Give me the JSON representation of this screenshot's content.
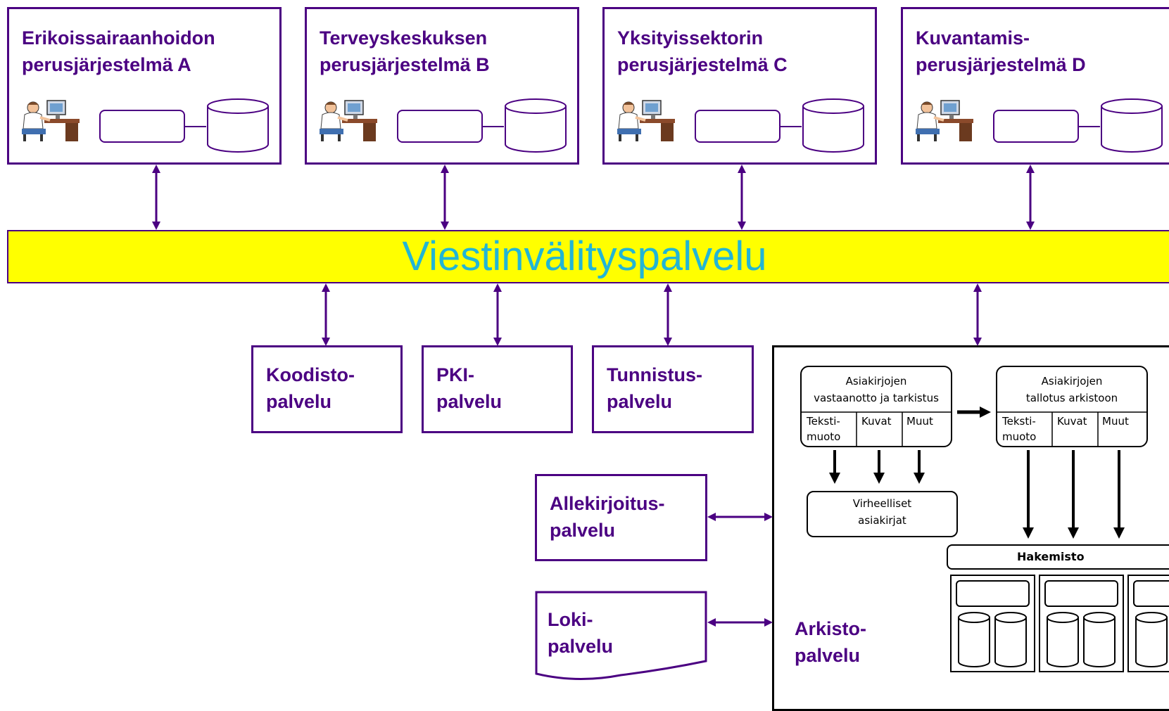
{
  "systems": [
    {
      "line1": "Erikoissairaanhoidon",
      "line2": "perusjärjestelmä A"
    },
    {
      "line1": "Terveyskeskuksen",
      "line2": "perusjärjestelmä B"
    },
    {
      "line1": "Yksityissektorin",
      "line2": "perusjärjestelmä C"
    },
    {
      "line1": "Kuvantamis-",
      "line2": "perusjärjestelmä D"
    }
  ],
  "bus": {
    "label": "Viestinvälityspalvelu"
  },
  "services": {
    "koodisto": {
      "line1": "Koodisto-",
      "line2": "palvelu"
    },
    "pki": {
      "line1": "PKI-",
      "line2": "palvelu"
    },
    "tunnistus": {
      "line1": "Tunnistus-",
      "line2": "palvelu"
    },
    "allekirjoitus": {
      "line1": "Allekirjoitus-",
      "line2": "palvelu"
    },
    "loki": {
      "line1": "Loki-",
      "line2": "palvelu"
    }
  },
  "archive": {
    "label_line1": "Arkisto-",
    "label_line2": "palvelu",
    "reception": {
      "line1": "Asiakirjojen",
      "line2": "vastaanotto ja tarkistus"
    },
    "storage": {
      "line1": "Asiakirjojen",
      "line2": "tallotus arkistoon"
    },
    "cols": {
      "text1": "Teksti-",
      "text2": "muoto",
      "images": "Kuvat",
      "other": "Muut"
    },
    "faulty": {
      "line1": "Virheelliset",
      "line2": "asiakirjat"
    },
    "directory": "Hakemisto"
  },
  "colors": {
    "border": "#4b0082",
    "bus_fill": "#ffff00",
    "bus_text": "#22b5d5"
  }
}
